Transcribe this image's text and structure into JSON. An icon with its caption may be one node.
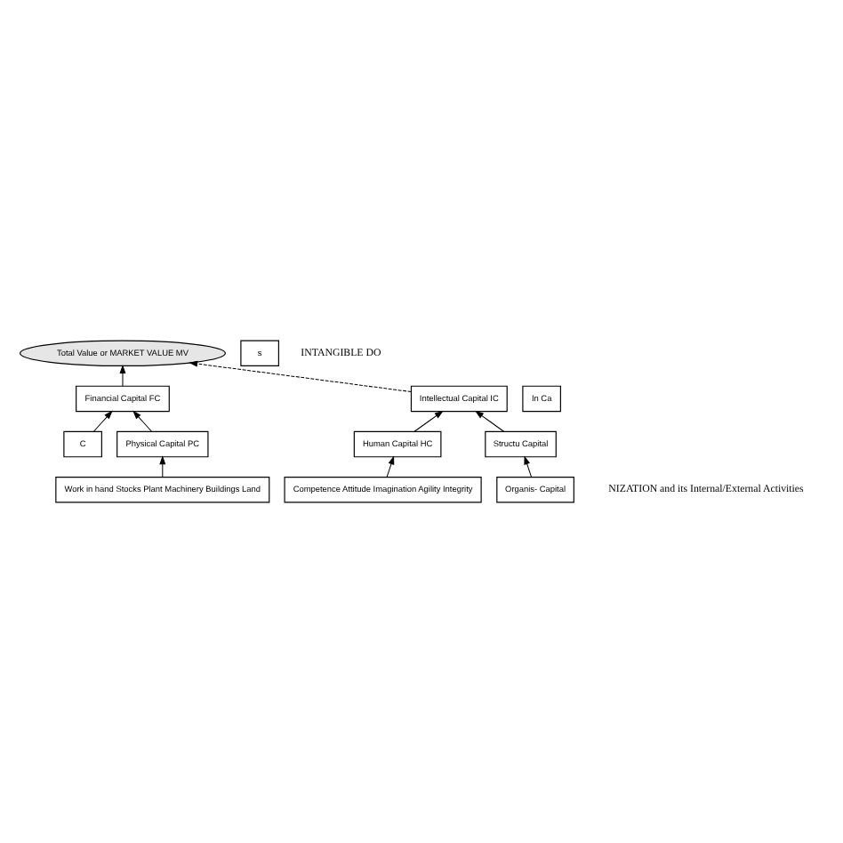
{
  "diagram": {
    "nodes": [
      {
        "text": [
          "Total Value or MARKET VALUE MV"
        ]
      },
      {
        "text": [
          "Financial Capital FC"
        ]
      },
      {
        "text": [
          "C"
        ]
      },
      {
        "text": [
          "Physical Capital PC"
        ]
      },
      {
        "text": [
          "s"
        ]
      },
      {
        "text": [
          "Work in hand Stocks Plant Machinery Buildings Land"
        ]
      },
      {
        "text": [
          "Intellectual Capital IC"
        ]
      },
      {
        "text": [
          "Human Capital HC"
        ]
      },
      {
        "text": [
          "Structu Capital"
        ]
      },
      {
        "text": [
          "Competence Attitude Imagination Agility Integrity"
        ]
      },
      {
        "text": [
          "Organis- Capital"
        ]
      },
      {
        "text": [
          "In Ca"
        ]
      }
    ],
    "edges": [
      {
        "from": 1,
        "to": 0,
        "arrow": "to"
      },
      {
        "from": 6,
        "to": 0,
        "arrow": "to",
        "style": "dashed"
      },
      {
        "from": 2,
        "to": 1,
        "arrow": "to"
      },
      {
        "from": 3,
        "to": 1,
        "arrow": "to"
      },
      {
        "from": 5,
        "to": 3,
        "arrow": "to"
      },
      {
        "from": 7,
        "to": 6,
        "arrow": "to"
      },
      {
        "from": 8,
        "to": 6,
        "arrow": "to"
      },
      {
        "from": 9,
        "to": 7,
        "arrow": "to"
      },
      {
        "from": 10,
        "to": 8,
        "arrow": "to"
      }
    ],
    "labels": [
      "INTANGIBLE DO",
      "NIZATION and its Internal/External Activities"
    ]
  }
}
